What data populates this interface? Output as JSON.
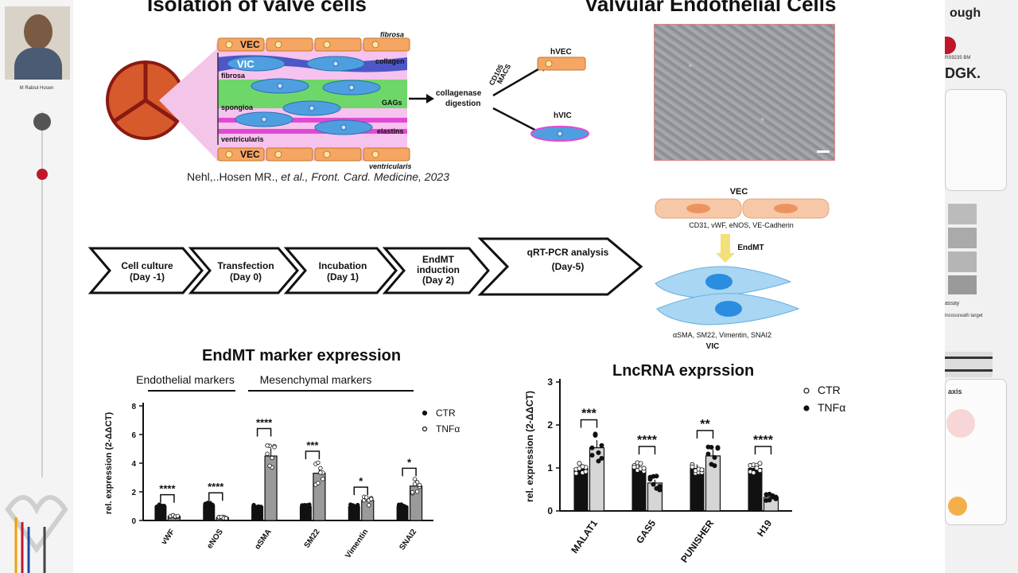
{
  "left_panel": {
    "speaker_name": "M Rabiul Hosen"
  },
  "right_panel": {
    "header_text": "ough",
    "header_text2": "DGK.",
    "small_label": "RS9235 BM",
    "assay_label": "assay",
    "target_label": "lncossreath target",
    "axis_label": "axis"
  },
  "slide": {
    "title_left": "Isolation of valve cells",
    "title_right": "Valvular Endothelial Cells",
    "valve_diagram": {
      "layers": [
        "fibrosa",
        "spongioa",
        "ventricularis"
      ],
      "fibrosa_top_label": "fibrosa",
      "ventricularis_bottom_label": "ventricularis",
      "vec_label": "VEC",
      "vic_label": "VIC",
      "matrix": [
        "collagen",
        "GAGs",
        "elastins"
      ],
      "digestion": "collagenase\ndigestion",
      "macs": "CD105\nMACS",
      "hvec": "hVEC",
      "hvic": "hVIC"
    },
    "citation": {
      "pre": "Nehl,..Hosen MR., ",
      "etal": "et al., ",
      "journal": "Front. Card. Medicine, 2023"
    },
    "timeline": [
      {
        "line1": "Cell culture",
        "line2": "(Day -1)"
      },
      {
        "line1": "Transfection",
        "line2": "(Day 0)"
      },
      {
        "line1": "Incubation",
        "line2": "(Day 1)"
      },
      {
        "line1": "EndMT",
        "line2": "induction",
        "line3": "(Day 2)"
      },
      {
        "line1": "qRT-PCR analysis",
        "line2": "(Day-5)"
      }
    ],
    "endmt_diagram": {
      "vec": "VEC",
      "vec_markers": "CD31, vWF, eNOS, VE-Cadherin",
      "arrow": "EndMT",
      "vic_markers": "αSMA, SM22, Vimentin, SNAI2",
      "vic": "VIC"
    },
    "chart_left_title": "EndMT marker expression",
    "chart_right_title": "LncRNA exprssion"
  },
  "chart_data": [
    {
      "type": "bar",
      "title": "EndMT marker expression",
      "ylabel": "rel. expression (2-ΔΔCT)",
      "ylim": [
        0,
        8
      ],
      "yticks": [
        0,
        2,
        4,
        6,
        8
      ],
      "groups": [
        {
          "label": "Endothelial markers"
        },
        {
          "label": "Mesenchymal markers"
        }
      ],
      "categories": [
        "vWF",
        "eNOS",
        "αSMA",
        "SM22",
        "Vimentin",
        "SNAI2"
      ],
      "series": [
        {
          "name": "CTR",
          "values": [
            1.0,
            1.1,
            1.0,
            1.0,
            1.0,
            1.0
          ]
        },
        {
          "name": "TNFα",
          "values": [
            0.3,
            0.2,
            4.5,
            3.3,
            1.4,
            2.4
          ]
        }
      ],
      "significance": [
        "****",
        "****",
        "****",
        "***",
        "*",
        "*"
      ],
      "legend_position": "right"
    },
    {
      "type": "bar",
      "title": "LncRNA exprssion",
      "ylabel": "rel. expression (2-ΔΔCT)",
      "ylim": [
        0,
        3
      ],
      "yticks": [
        0,
        1,
        2,
        3
      ],
      "categories": [
        "MALAT1",
        "GAS5",
        "PUNISHER",
        "H19"
      ],
      "series": [
        {
          "name": "CTR",
          "values": [
            1.0,
            1.0,
            1.0,
            1.0
          ]
        },
        {
          "name": "TNFα",
          "values": [
            1.47,
            0.65,
            1.28,
            0.32
          ]
        }
      ],
      "significance": [
        "***",
        "****",
        "**",
        "****"
      ],
      "legend_position": "right"
    }
  ]
}
